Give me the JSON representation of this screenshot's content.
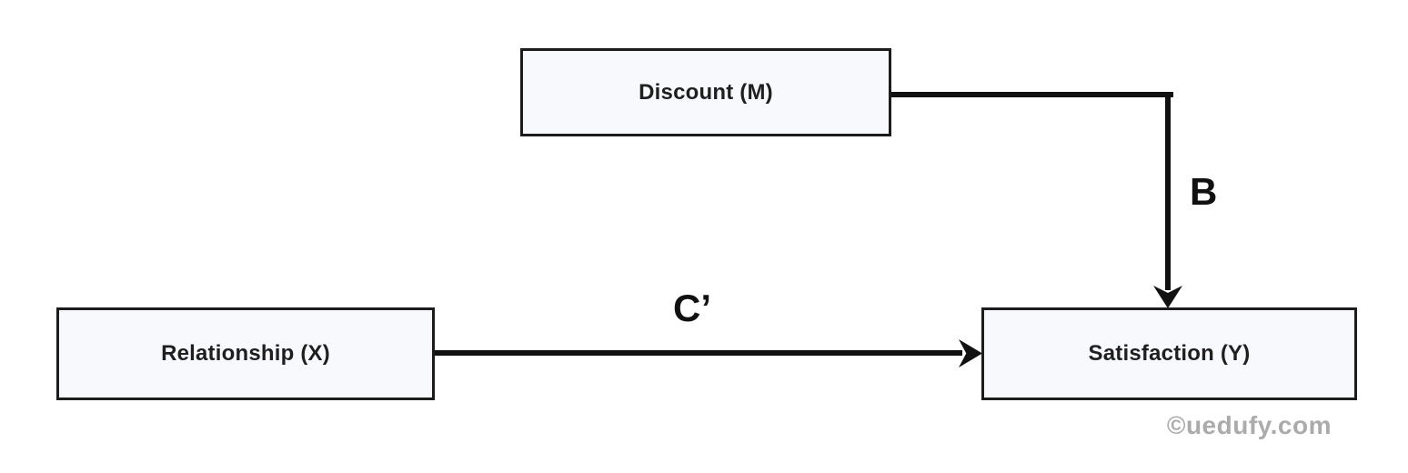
{
  "diagram": {
    "type": "mediation-path-model",
    "nodes": [
      {
        "id": "m",
        "role": "mediator",
        "label": "Discount (M)"
      },
      {
        "id": "x",
        "role": "independent-variable",
        "label": "Relationship (X)"
      },
      {
        "id": "y",
        "role": "dependent-variable",
        "label": "Satisfaction (Y)"
      }
    ],
    "edges": [
      {
        "from": "m",
        "to": "y",
        "label": "B",
        "shape": "elbow-right-then-down"
      },
      {
        "from": "x",
        "to": "y",
        "label": "C’",
        "shape": "straight-horizontal"
      }
    ],
    "watermark": "©uedufy.com",
    "colors": {
      "background": "#ffffff",
      "node_fill": "#f8f9fc",
      "node_border": "#1c1c1c",
      "arrow": "#111111",
      "label": "#1f1f1f",
      "watermark": "#ababab"
    }
  }
}
